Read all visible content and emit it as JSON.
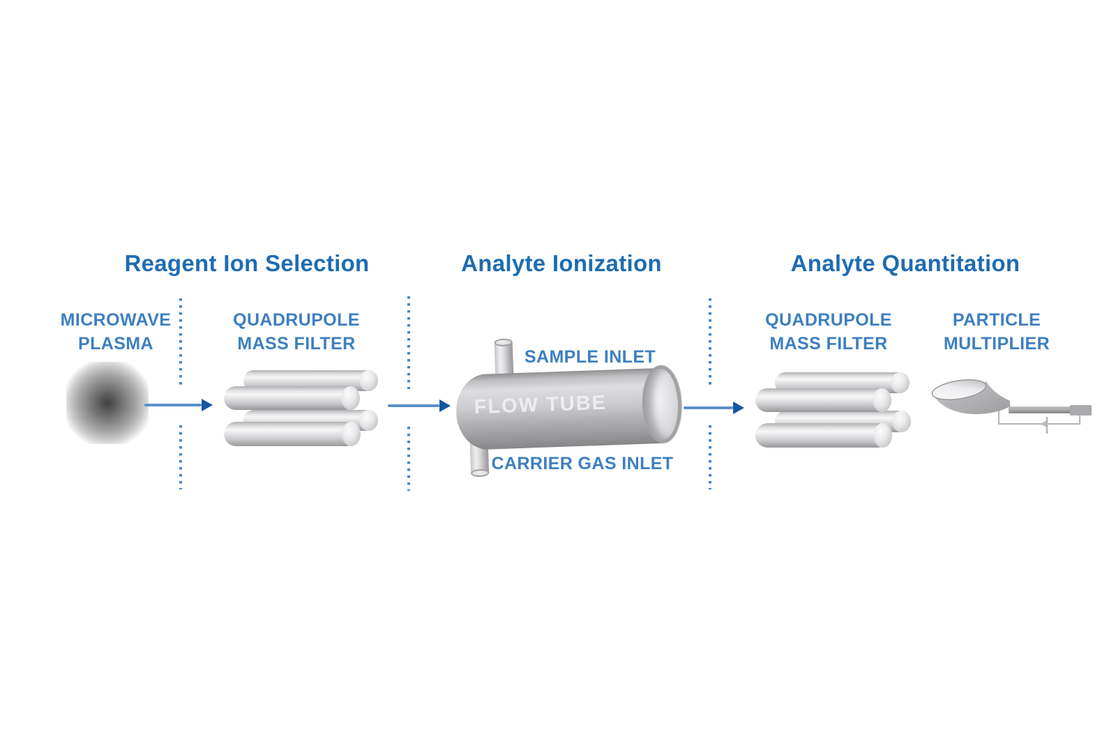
{
  "sections": [
    {
      "title": "Reagent Ion Selection"
    },
    {
      "title": "Analyte Ionization"
    },
    {
      "title": "Analyte Quantitation"
    }
  ],
  "components": {
    "microwave_plasma": {
      "line1": "MICROWAVE",
      "line2": "PLASMA"
    },
    "quadrupole_mass_filter_1": {
      "line1": "QUADRUPOLE",
      "line2": "MASS FILTER"
    },
    "flow_tube": {
      "label": "FLOW TUBE",
      "sample_inlet": "SAMPLE INLET",
      "carrier_gas_inlet": "CARRIER GAS INLET"
    },
    "quadrupole_mass_filter_2": {
      "line1": "QUADRUPOLE",
      "line2": "MASS FILTER"
    },
    "particle_multiplier": {
      "line1": "PARTICLE",
      "line2": "MULTIPLIER"
    }
  },
  "colors": {
    "heading_blue": "#1e6cb2",
    "label_blue": "#3d7fc1",
    "arrow_shaft_blue": "#5b90c9",
    "arrow_head_blue": "#15569f",
    "divider_dot_blue": "#4484c6",
    "metal_light": "#f7f7f8",
    "metal_mid": "#c6c6c8",
    "metal_dark": "#8f8f91",
    "flow_tube_text": "#eeeef2",
    "background": "#ffffff"
  }
}
